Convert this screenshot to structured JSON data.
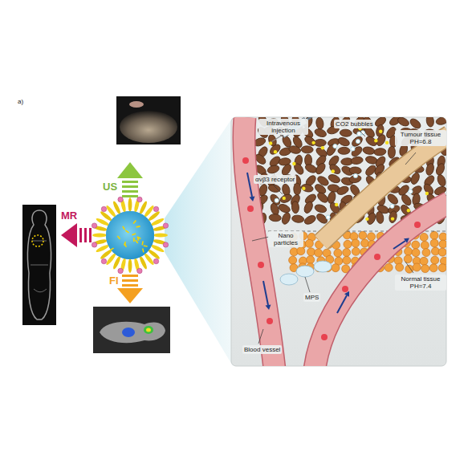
{
  "diagram": {
    "labels": [
      "a)",
      "US",
      "MR",
      "FI",
      "Intravenous injection",
      "CO2 bubbles",
      "Tumour tissue PH=6.8",
      "αvβ3 receptor",
      "Nano particles",
      "MPS",
      "Normal tissue PH=7.4",
      "Blood vessel"
    ]
  }
}
